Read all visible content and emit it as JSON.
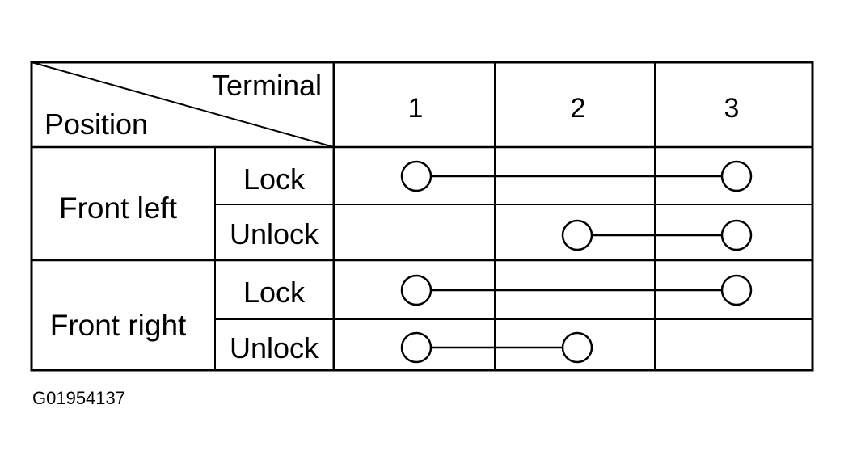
{
  "table": {
    "header_terminal_label": "Terminal",
    "header_position_label": "Position",
    "terminals": [
      "1",
      "2",
      "3"
    ],
    "groups": [
      {
        "name": "Front left",
        "rows": [
          {
            "label": "Lock",
            "connected_terminals": [
              "1",
              "3"
            ]
          },
          {
            "label": "Unlock",
            "connected_terminals": [
              "2",
              "3"
            ]
          }
        ]
      },
      {
        "name": "Front right",
        "rows": [
          {
            "label": "Lock",
            "connected_terminals": [
              "1",
              "3"
            ]
          },
          {
            "label": "Unlock",
            "connected_terminals": [
              "1",
              "2"
            ]
          }
        ]
      }
    ]
  },
  "figure_id": "G01954137",
  "colors": {
    "line": "#000000",
    "background": "#ffffff"
  }
}
